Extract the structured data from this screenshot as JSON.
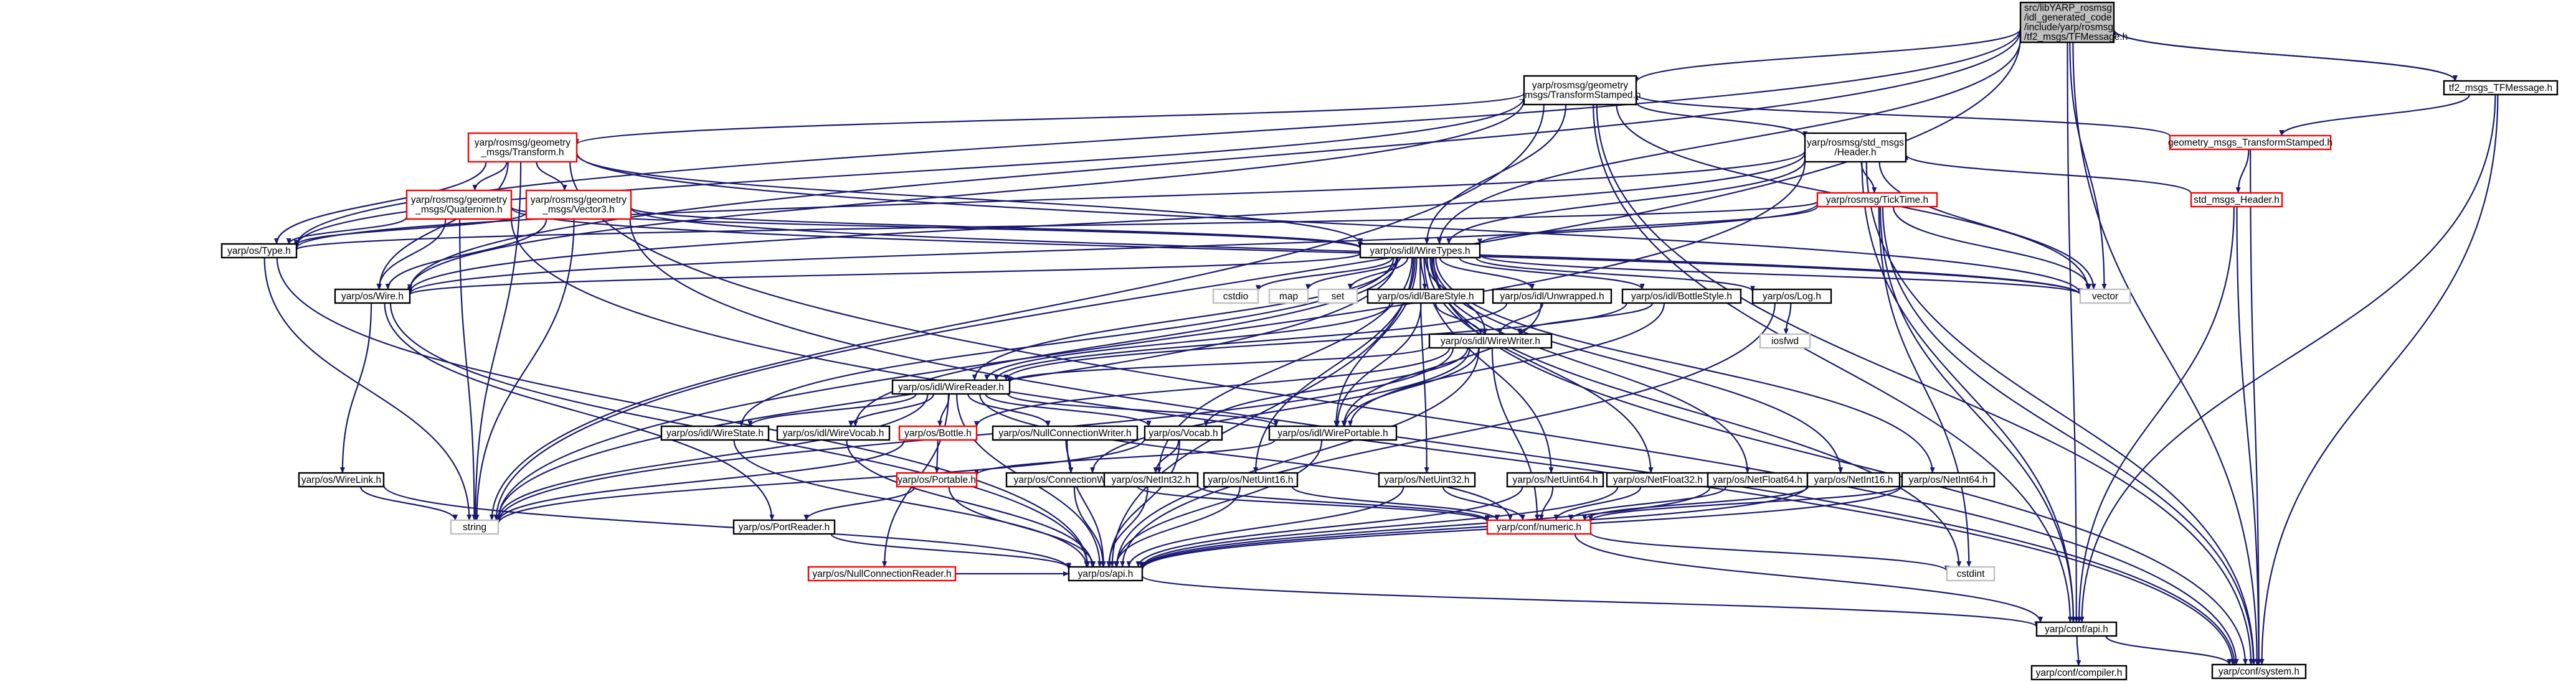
{
  "colors": {
    "edge": "#191970",
    "root_fill": "#bfbfbf",
    "node_border": "#000000",
    "link_border": "#ff0000",
    "external_border": "#bfbfbf"
  },
  "nodes": [
    {
      "id": "root",
      "kind": "root",
      "lines": [
        "src/libYARP_rosmsg",
        "/idl_generated_code",
        "/include/yarp/rosmsg",
        "/tf2_msgs/TFMessage.h"
      ]
    },
    {
      "id": "transformstamped_h",
      "kind": "plain",
      "lines": [
        "yarp/rosmsg/geometry",
        "_msgs/TransformStamped.h"
      ]
    },
    {
      "id": "tf2_tfmessage",
      "kind": "plain",
      "lines": [
        "tf2_msgs_TFMessage.h"
      ]
    },
    {
      "id": "transform_h",
      "kind": "link",
      "lines": [
        "yarp/rosmsg/geometry",
        "_msgs/Transform.h"
      ]
    },
    {
      "id": "std_header_h",
      "kind": "plain",
      "lines": [
        "yarp/rosmsg/std_msgs",
        "/Header.h"
      ]
    },
    {
      "id": "geom_transformstamped",
      "kind": "link",
      "lines": [
        "geometry_msgs_TransformStamped.h"
      ]
    },
    {
      "id": "quaternion_h",
      "kind": "link",
      "lines": [
        "yarp/rosmsg/geometry",
        "_msgs/Quaternion.h"
      ]
    },
    {
      "id": "vector3_h",
      "kind": "link",
      "lines": [
        "yarp/rosmsg/geometry",
        "_msgs/Vector3.h"
      ]
    },
    {
      "id": "ticktime_h",
      "kind": "link",
      "lines": [
        "yarp/rosmsg/TickTime.h"
      ]
    },
    {
      "id": "std_msgs_header",
      "kind": "link",
      "lines": [
        "std_msgs_Header.h"
      ]
    },
    {
      "id": "type_h",
      "kind": "plain",
      "lines": [
        "yarp/os/Type.h"
      ]
    },
    {
      "id": "wiretypes_h",
      "kind": "plain",
      "lines": [
        "yarp/os/idl/WireTypes.h"
      ]
    },
    {
      "id": "wire_h",
      "kind": "plain",
      "lines": [
        "yarp/os/Wire.h"
      ]
    },
    {
      "id": "vector",
      "kind": "grey",
      "lines": [
        "vector"
      ]
    },
    {
      "id": "cstdio",
      "kind": "grey",
      "lines": [
        "cstdio"
      ]
    },
    {
      "id": "map",
      "kind": "grey",
      "lines": [
        "map"
      ]
    },
    {
      "id": "set",
      "kind": "grey",
      "lines": [
        "set"
      ]
    },
    {
      "id": "barestyle_h",
      "kind": "plain",
      "lines": [
        "yarp/os/idl/BareStyle.h"
      ]
    },
    {
      "id": "unwrapped_h",
      "kind": "plain",
      "lines": [
        "yarp/os/idl/Unwrapped.h"
      ]
    },
    {
      "id": "bottlestyle_h",
      "kind": "plain",
      "lines": [
        "yarp/os/idl/BottleStyle.h"
      ]
    },
    {
      "id": "log_h",
      "kind": "plain",
      "lines": [
        "yarp/os/Log.h"
      ]
    },
    {
      "id": "iosfwd",
      "kind": "grey",
      "lines": [
        "iosfwd"
      ]
    },
    {
      "id": "wirewriter_h",
      "kind": "plain",
      "lines": [
        "yarp/os/idl/WireWriter.h"
      ]
    },
    {
      "id": "wirereader_h",
      "kind": "plain",
      "lines": [
        "yarp/os/idl/WireReader.h"
      ]
    },
    {
      "id": "wirestate_h",
      "kind": "plain",
      "lines": [
        "yarp/os/idl/WireState.h"
      ]
    },
    {
      "id": "wirevocab_h",
      "kind": "plain",
      "lines": [
        "yarp/os/idl/WireVocab.h"
      ]
    },
    {
      "id": "bottle_h",
      "kind": "link",
      "lines": [
        "yarp/os/Bottle.h"
      ]
    },
    {
      "id": "nullconnwriter_h",
      "kind": "plain",
      "lines": [
        "yarp/os/NullConnectionWriter.h"
      ]
    },
    {
      "id": "vocab_h",
      "kind": "plain",
      "lines": [
        "yarp/os/Vocab.h"
      ]
    },
    {
      "id": "wireportable_h",
      "kind": "plain",
      "lines": [
        "yarp/os/idl/WirePortable.h"
      ]
    },
    {
      "id": "wirelink_h",
      "kind": "plain",
      "lines": [
        "yarp/os/WireLink.h"
      ]
    },
    {
      "id": "portable_h",
      "kind": "link",
      "lines": [
        "yarp/os/Portable.h"
      ]
    },
    {
      "id": "connwriter_h",
      "kind": "plain",
      "lines": [
        "yarp/os/ConnectionWriter.h"
      ]
    },
    {
      "id": "netint32_h",
      "kind": "plain",
      "lines": [
        "yarp/os/NetInt32.h"
      ]
    },
    {
      "id": "netuint16_h",
      "kind": "plain",
      "lines": [
        "yarp/os/NetUint16.h"
      ]
    },
    {
      "id": "netuint32_h",
      "kind": "plain",
      "lines": [
        "yarp/os/NetUint32.h"
      ]
    },
    {
      "id": "netuint64_h",
      "kind": "plain",
      "lines": [
        "yarp/os/NetUint64.h"
      ]
    },
    {
      "id": "netfloat32_h",
      "kind": "plain",
      "lines": [
        "yarp/os/NetFloat32.h"
      ]
    },
    {
      "id": "netfloat64_h",
      "kind": "plain",
      "lines": [
        "yarp/os/NetFloat64.h"
      ]
    },
    {
      "id": "netint16_h",
      "kind": "plain",
      "lines": [
        "yarp/os/NetInt16.h"
      ]
    },
    {
      "id": "netint64_h",
      "kind": "plain",
      "lines": [
        "yarp/os/NetInt64.h"
      ]
    },
    {
      "id": "string",
      "kind": "grey",
      "lines": [
        "string"
      ]
    },
    {
      "id": "portreader_h",
      "kind": "plain",
      "lines": [
        "yarp/os/PortReader.h"
      ]
    },
    {
      "id": "nullconnreader_h",
      "kind": "link",
      "lines": [
        "yarp/os/NullConnectionReader.h"
      ]
    },
    {
      "id": "conf_numeric_h",
      "kind": "link",
      "lines": [
        "yarp/conf/numeric.h"
      ]
    },
    {
      "id": "os_api_h",
      "kind": "plain",
      "lines": [
        "yarp/os/api.h"
      ]
    },
    {
      "id": "cstdint",
      "kind": "grey",
      "lines": [
        "cstdint"
      ]
    },
    {
      "id": "conf_api_h",
      "kind": "plain",
      "lines": [
        "yarp/conf/api.h"
      ]
    },
    {
      "id": "conf_compiler_h",
      "kind": "plain",
      "lines": [
        "yarp/conf/compiler.h"
      ]
    },
    {
      "id": "conf_system_h",
      "kind": "plain",
      "lines": [
        "yarp/conf/system.h"
      ]
    }
  ],
  "edges": [
    [
      "root",
      "transformstamped_h"
    ],
    [
      "root",
      "tf2_tfmessage"
    ],
    [
      "root",
      "wiretypes_h"
    ],
    [
      "root",
      "type_h"
    ],
    [
      "root",
      "wire_h"
    ],
    [
      "root",
      "string"
    ],
    [
      "root",
      "vector"
    ],
    [
      "root",
      "conf_api_h"
    ],
    [
      "root",
      "conf_system_h"
    ],
    [
      "tf2_tfmessage",
      "root"
    ],
    [
      "tf2_tfmessage",
      "geom_transformstamped"
    ],
    [
      "tf2_tfmessage",
      "conf_api_h"
    ],
    [
      "tf2_tfmessage",
      "conf_system_h"
    ],
    [
      "transformstamped_h",
      "transform_h"
    ],
    [
      "transformstamped_h",
      "std_header_h"
    ],
    [
      "transformstamped_h",
      "wiretypes_h"
    ],
    [
      "transformstamped_h",
      "type_h"
    ],
    [
      "transformstamped_h",
      "wire_h"
    ],
    [
      "transformstamped_h",
      "vector"
    ],
    [
      "transformstamped_h",
      "string"
    ],
    [
      "transformstamped_h",
      "conf_api_h"
    ],
    [
      "transformstamped_h",
      "conf_system_h"
    ],
    [
      "geom_transformstamped",
      "transformstamped_h"
    ],
    [
      "geom_transformstamped",
      "std_msgs_header"
    ],
    [
      "geom_transformstamped",
      "conf_system_h"
    ],
    [
      "transform_h",
      "quaternion_h"
    ],
    [
      "transform_h",
      "vector3_h"
    ],
    [
      "transform_h",
      "wiretypes_h"
    ],
    [
      "transform_h",
      "type_h"
    ],
    [
      "transform_h",
      "wire_h"
    ],
    [
      "transform_h",
      "vector"
    ],
    [
      "transform_h",
      "string"
    ],
    [
      "transform_h",
      "conf_system_h"
    ],
    [
      "std_header_h",
      "ticktime_h"
    ],
    [
      "std_header_h",
      "wiretypes_h"
    ],
    [
      "std_header_h",
      "type_h"
    ],
    [
      "std_header_h",
      "wire_h"
    ],
    [
      "std_header_h",
      "vector"
    ],
    [
      "std_header_h",
      "string"
    ],
    [
      "std_header_h",
      "conf_api_h"
    ],
    [
      "std_header_h",
      "conf_system_h"
    ],
    [
      "std_msgs_header",
      "std_header_h"
    ],
    [
      "std_msgs_header",
      "conf_api_h"
    ],
    [
      "std_msgs_header",
      "conf_system_h"
    ],
    [
      "quaternion_h",
      "wiretypes_h"
    ],
    [
      "quaternion_h",
      "type_h"
    ],
    [
      "quaternion_h",
      "wire_h"
    ],
    [
      "quaternion_h",
      "vector"
    ],
    [
      "quaternion_h",
      "string"
    ],
    [
      "quaternion_h",
      "conf_system_h"
    ],
    [
      "vector3_h",
      "wiretypes_h"
    ],
    [
      "vector3_h",
      "type_h"
    ],
    [
      "vector3_h",
      "wire_h"
    ],
    [
      "vector3_h",
      "vector"
    ],
    [
      "vector3_h",
      "string"
    ],
    [
      "vector3_h",
      "conf_system_h"
    ],
    [
      "ticktime_h",
      "wiretypes_h"
    ],
    [
      "ticktime_h",
      "type_h"
    ],
    [
      "ticktime_h",
      "wire_h"
    ],
    [
      "ticktime_h",
      "vector"
    ],
    [
      "ticktime_h",
      "cstdint"
    ],
    [
      "ticktime_h",
      "conf_api_h"
    ],
    [
      "ticktime_h",
      "conf_system_h"
    ],
    [
      "type_h",
      "os_api_h"
    ],
    [
      "type_h",
      "string"
    ],
    [
      "wire_h",
      "portreader_h"
    ],
    [
      "wire_h",
      "wirelink_h"
    ],
    [
      "wire_h",
      "os_api_h"
    ],
    [
      "wiretypes_h",
      "cstdio"
    ],
    [
      "wiretypes_h",
      "map"
    ],
    [
      "wiretypes_h",
      "set"
    ],
    [
      "wiretypes_h",
      "string"
    ],
    [
      "wiretypes_h",
      "vector"
    ],
    [
      "wiretypes_h",
      "barestyle_h"
    ],
    [
      "wiretypes_h",
      "unwrapped_h"
    ],
    [
      "wiretypes_h",
      "bottlestyle_h"
    ],
    [
      "wiretypes_h",
      "log_h"
    ],
    [
      "wiretypes_h",
      "wirewriter_h"
    ],
    [
      "wiretypes_h",
      "wirereader_h"
    ],
    [
      "wiretypes_h",
      "wirestate_h"
    ],
    [
      "wiretypes_h",
      "wirevocab_h"
    ],
    [
      "wiretypes_h",
      "wireportable_h"
    ],
    [
      "wiretypes_h",
      "netint32_h"
    ],
    [
      "wiretypes_h",
      "netuint16_h"
    ],
    [
      "wiretypes_h",
      "netuint32_h"
    ],
    [
      "wiretypes_h",
      "netuint64_h"
    ],
    [
      "wiretypes_h",
      "netfloat32_h"
    ],
    [
      "wiretypes_h",
      "netfloat64_h"
    ],
    [
      "wiretypes_h",
      "netint16_h"
    ],
    [
      "wiretypes_h",
      "netint64_h"
    ],
    [
      "wiretypes_h",
      "cstdint"
    ],
    [
      "wiretypes_h",
      "conf_system_h"
    ],
    [
      "wiretypes_h",
      "wire_h"
    ],
    [
      "wiretypes_h",
      "os_api_h"
    ],
    [
      "barestyle_h",
      "wirereader_h"
    ],
    [
      "barestyle_h",
      "wirewriter_h"
    ],
    [
      "barestyle_h",
      "wireportable_h"
    ],
    [
      "unwrapped_h",
      "wirereader_h"
    ],
    [
      "unwrapped_h",
      "wirewriter_h"
    ],
    [
      "unwrapped_h",
      "wireportable_h"
    ],
    [
      "bottlestyle_h",
      "wirereader_h"
    ],
    [
      "bottlestyle_h",
      "wirewriter_h"
    ],
    [
      "bottlestyle_h",
      "wireportable_h"
    ],
    [
      "log_h",
      "iosfwd"
    ],
    [
      "log_h",
      "os_api_h"
    ],
    [
      "wirewriter_h",
      "wirereader_h"
    ],
    [
      "wirewriter_h",
      "vocab_h"
    ],
    [
      "wirewriter_h",
      "wireportable_h"
    ],
    [
      "wirewriter_h",
      "bottle_h"
    ],
    [
      "wirewriter_h",
      "connwriter_h"
    ],
    [
      "wirewriter_h",
      "conf_numeric_h"
    ],
    [
      "wirewriter_h",
      "string"
    ],
    [
      "wirewriter_h",
      "os_api_h"
    ],
    [
      "wirereader_h",
      "wirestate_h"
    ],
    [
      "wirereader_h",
      "wirevocab_h"
    ],
    [
      "wirereader_h",
      "bottle_h"
    ],
    [
      "wirereader_h",
      "nullconnwriter_h"
    ],
    [
      "wirereader_h",
      "vocab_h"
    ],
    [
      "wirereader_h",
      "wireportable_h"
    ],
    [
      "wirereader_h",
      "conf_numeric_h"
    ],
    [
      "wirereader_h",
      "string"
    ],
    [
      "wirereader_h",
      "nullconnreader_h"
    ],
    [
      "wirereader_h",
      "os_api_h"
    ],
    [
      "wirestate_h",
      "os_api_h"
    ],
    [
      "wirevocab_h",
      "os_api_h"
    ],
    [
      "bottle_h",
      "portable_h"
    ],
    [
      "bottle_h",
      "string"
    ],
    [
      "nullconnwriter_h",
      "connwriter_h"
    ],
    [
      "nullconnwriter_h",
      "os_api_h"
    ],
    [
      "vocab_h",
      "netint32_h"
    ],
    [
      "vocab_h",
      "string"
    ],
    [
      "vocab_h",
      "os_api_h"
    ],
    [
      "wireportable_h",
      "portable_h"
    ],
    [
      "wireportable_h",
      "os_api_h"
    ],
    [
      "wirelink_h",
      "os_api_h"
    ],
    [
      "wirelink_h",
      "string"
    ],
    [
      "portable_h",
      "portreader_h"
    ],
    [
      "portable_h",
      "os_api_h"
    ],
    [
      "connwriter_h",
      "os_api_h"
    ],
    [
      "connwriter_h",
      "conf_numeric_h"
    ],
    [
      "netint32_h",
      "os_api_h"
    ],
    [
      "netint32_h",
      "conf_numeric_h"
    ],
    [
      "netuint16_h",
      "os_api_h"
    ],
    [
      "netuint16_h",
      "conf_numeric_h"
    ],
    [
      "netuint32_h",
      "os_api_h"
    ],
    [
      "netuint32_h",
      "conf_numeric_h"
    ],
    [
      "netuint64_h",
      "os_api_h"
    ],
    [
      "netuint64_h",
      "conf_numeric_h"
    ],
    [
      "netfloat32_h",
      "os_api_h"
    ],
    [
      "netfloat32_h",
      "conf_numeric_h"
    ],
    [
      "netfloat64_h",
      "os_api_h"
    ],
    [
      "netfloat64_h",
      "conf_numeric_h"
    ],
    [
      "netint16_h",
      "os_api_h"
    ],
    [
      "netint16_h",
      "conf_numeric_h"
    ],
    [
      "netint64_h",
      "os_api_h"
    ],
    [
      "netint64_h",
      "conf_numeric_h"
    ],
    [
      "portreader_h",
      "os_api_h"
    ],
    [
      "nullconnreader_h",
      "os_api_h"
    ],
    [
      "conf_numeric_h",
      "conf_api_h"
    ],
    [
      "conf_numeric_h",
      "cstdint"
    ],
    [
      "os_api_h",
      "conf_api_h"
    ],
    [
      "conf_api_h",
      "conf_compiler_h"
    ],
    [
      "conf_api_h",
      "conf_system_h"
    ]
  ]
}
